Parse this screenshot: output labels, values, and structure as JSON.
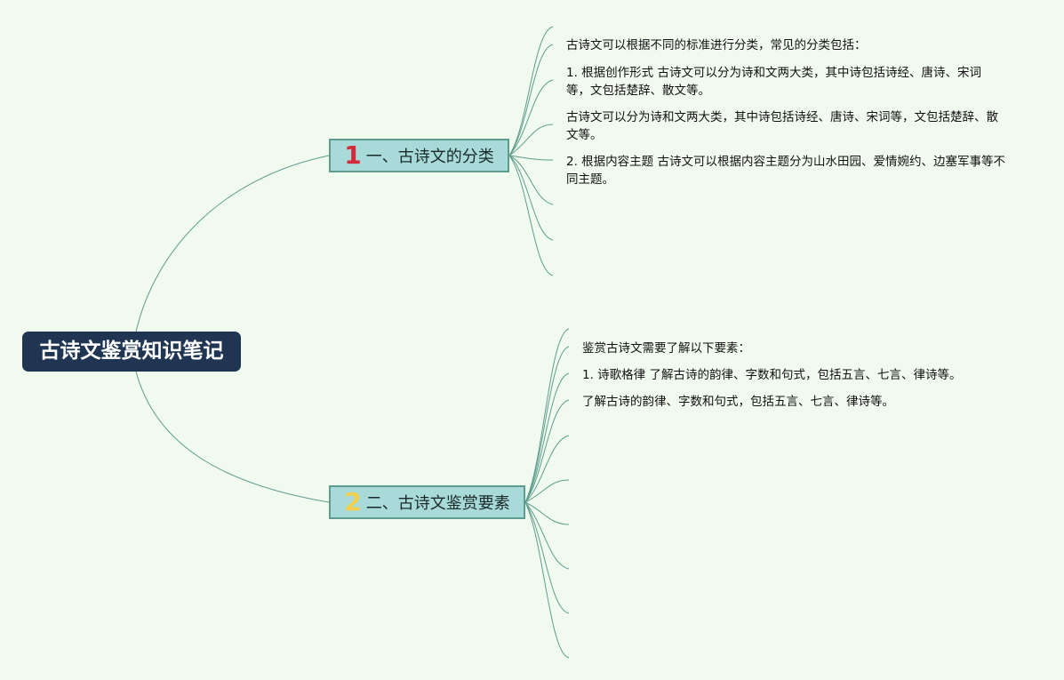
{
  "root": {
    "title": "古诗文鉴赏知识笔记"
  },
  "branches": [
    {
      "number": "1",
      "number_color": "#d22a3a",
      "label": "一、古诗文的分类",
      "items": [
        "古诗文可以根据不同的标准进行分类，常见的分类包括：",
        "1. 根据创作形式 古诗文可以分为诗和文两大类，其中诗包括诗经、唐诗、宋词等，文包括楚辞、散文等。",
        "古诗文可以分为诗和文两大类，其中诗包括诗经、唐诗、宋词等，文包括楚辞、散文等。",
        "2. 根据内容主题 古诗文可以根据内容主题分为山水田园、爱情婉约、边塞军事等不同主题。"
      ]
    },
    {
      "number": "2",
      "number_color": "#f2cf4a",
      "label": "二、古诗文鉴赏要素",
      "items": [
        "鉴赏古诗文需要了解以下要素：",
        "1. 诗歌格律 了解古诗的韵律、字数和句式，包括五言、七言、律诗等。",
        "了解古诗的韵律、字数和句式，包括五言、七言、律诗等。"
      ]
    }
  ],
  "colors": {
    "background": "#f1faef",
    "root_fill": "#1f3552",
    "branch_fill": "#a8dad9",
    "branch_border": "#5e9c8e",
    "connector": "#5e9c8e"
  }
}
